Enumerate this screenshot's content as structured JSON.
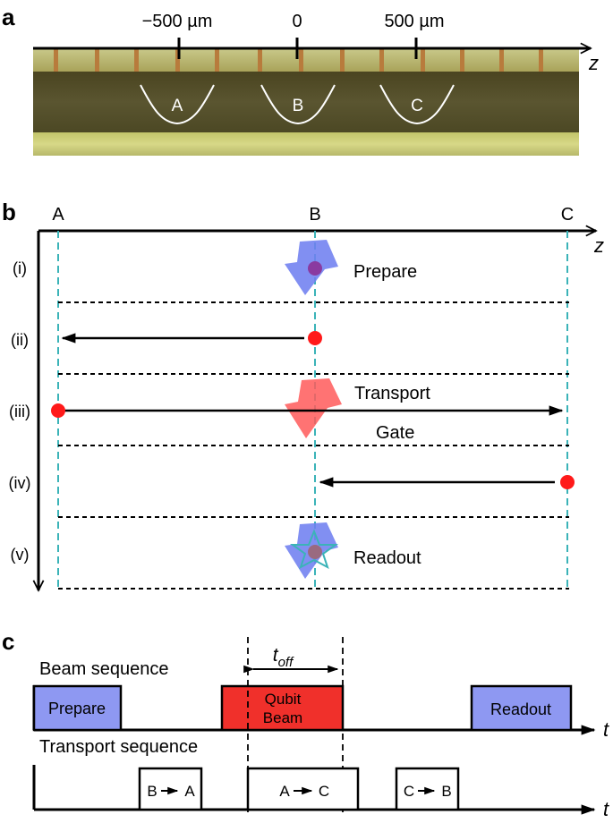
{
  "panel_a": {
    "label": "a",
    "ticks": [
      "−500 µm",
      "0",
      "500 µm"
    ],
    "axis": "z",
    "wells": [
      "A",
      "B",
      "C"
    ]
  },
  "panel_b": {
    "label": "b",
    "positions": [
      "A",
      "B",
      "C"
    ],
    "axis": "z",
    "steps": [
      "(i)",
      "(ii)",
      "(iii)",
      "(iv)",
      "(v)"
    ],
    "annotations": {
      "prepare": "Prepare",
      "transport": "Transport",
      "gate": "Gate",
      "readout": "Readout"
    },
    "colors": {
      "ion": "#ff1a1a",
      "blue_beam": "#6f7ff0",
      "red_beam": "#ff5a5a",
      "trap_line": "#3bb3b8"
    }
  },
  "panel_c": {
    "label": "c",
    "beam_sequence": "Beam sequence",
    "transport_sequence": "Transport sequence",
    "t_axis": "t",
    "toff_main": "t",
    "toff_sub": "off",
    "prepare": "Prepare",
    "qubit_beam_line1": "Qubit",
    "qubit_beam_line2": "Beam",
    "readout": "Readout",
    "transports": [
      {
        "from": "B",
        "to": "A"
      },
      {
        "from": "A",
        "to": "C"
      },
      {
        "from": "C",
        "to": "B"
      }
    ],
    "colors": {
      "prepare_fill": "#8e98f2",
      "qubit_fill": "#f0302b",
      "readout_fill": "#8e98f2"
    }
  }
}
